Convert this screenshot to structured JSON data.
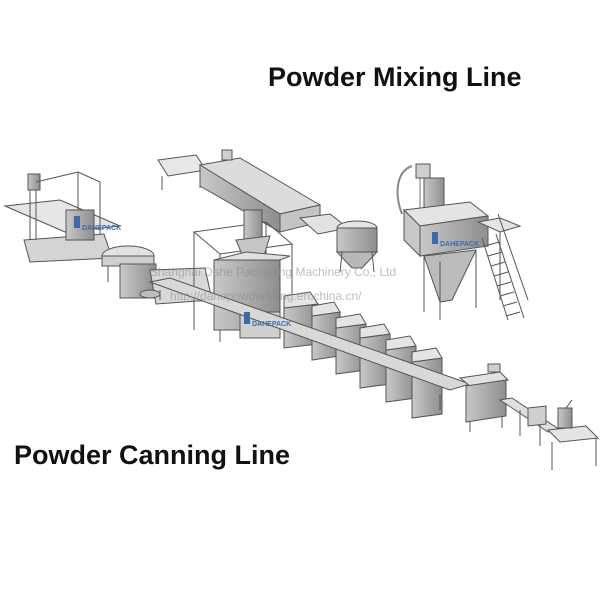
{
  "labels": {
    "mixing_line": "Powder Mixing Line",
    "canning_line": "Powder Canning Line"
  },
  "watermark": {
    "company": "Shanghai Dahe Packaging Machinery Co., Ltd",
    "url": "http://dahepowderfilling.en.china.cn/"
  },
  "logo": {
    "text": "DAHEPACK"
  },
  "colors": {
    "machine_fill": "#dcdcdc",
    "machine_stroke": "#555555",
    "logo": "#3f6aa8"
  }
}
